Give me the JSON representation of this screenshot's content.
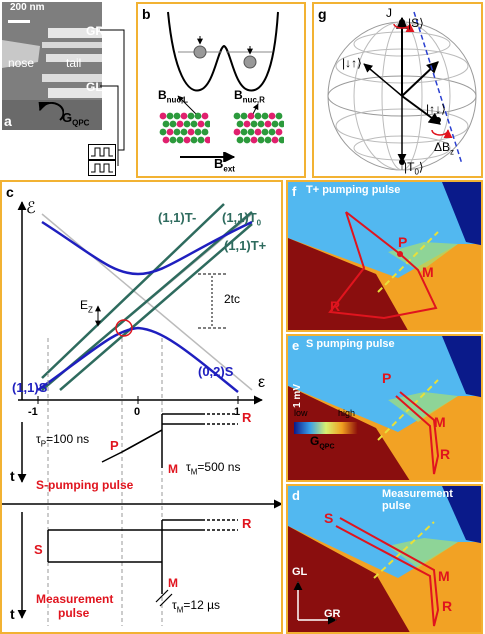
{
  "panel_a": {
    "label": "a",
    "scale": "200 nm",
    "gate_gr": "GR",
    "gate_gl": "GL",
    "nose": "nose",
    "tail": "tail",
    "gqpc_main": "G",
    "gqpc_sub": "QPC"
  },
  "panel_b": {
    "label": "b",
    "bnuc_l_main": "B",
    "bnuc_l_sub": "nuc,L",
    "bnuc_r_main": "B",
    "bnuc_r_sub": "nuc,R",
    "bext_main": "B",
    "bext_sub": "ext"
  },
  "panel_g": {
    "label": "g",
    "state_s": "|S⟩",
    "state_ud": "|↓↑⟩",
    "state_du": "|↑↓⟩",
    "state_t0": "|T",
    "state_t0_sub": "0",
    "state_t0_end": "⟩",
    "j_label": "J",
    "dbz_main": "ΔB",
    "dbz_sub": "z"
  },
  "panel_c": {
    "label": "c",
    "energy_axis": "ℰ",
    "detuning_axis": "ε",
    "t11_minus": "(1,1)T-",
    "t11_zero_main": "(1,1)T",
    "t11_zero_sub": "0",
    "t11_plus": "(1,1)T+",
    "s02": "(0,2)S",
    "s11": "(1,1)S",
    "ez_main": "E",
    "ez_sub": "Z",
    "tc": "2tc",
    "tick_m1": "-1",
    "tick_0": "0",
    "tick_1": "1",
    "time_axis": "t",
    "tau_p": "τ",
    "tau_p_sub": "P",
    "tau_p_val": "=100 ns",
    "label_p": "P",
    "label_m": "M",
    "label_r": "R",
    "label_s": "S",
    "tau_m1": "τ",
    "tau_m1_sub": "M",
    "tau_m1_val": "=500 ns",
    "tau_m2": "τ",
    "tau_m2_sub": "M",
    "tau_m2_val": "=12 µs",
    "s_pump_title": "S-pumping pulse",
    "meas_title_1": "Measurement",
    "meas_title_2": "pulse"
  },
  "panel_f": {
    "label": "f",
    "title": "T+ pumping pulse",
    "p": "P",
    "m": "M",
    "r": "R"
  },
  "panel_e": {
    "label": "e",
    "title": "S pumping pulse",
    "p": "P",
    "m": "M",
    "r": "R",
    "scale": "1 mV",
    "cb_low": "low",
    "cb_high": "high",
    "cb_main": "G",
    "cb_sub": "QPC"
  },
  "panel_d": {
    "label": "d",
    "title": "Measurement pulse",
    "s": "S",
    "m": "M",
    "r": "R",
    "axis_gl": "GL",
    "axis_gr": "GR"
  },
  "colors": {
    "frame": "#f2b233",
    "level_blue": "#1f1fbf",
    "triplet": "#2e6b5e",
    "marker_red": "#e0141e",
    "dash_yellow": "#e8e03a"
  }
}
